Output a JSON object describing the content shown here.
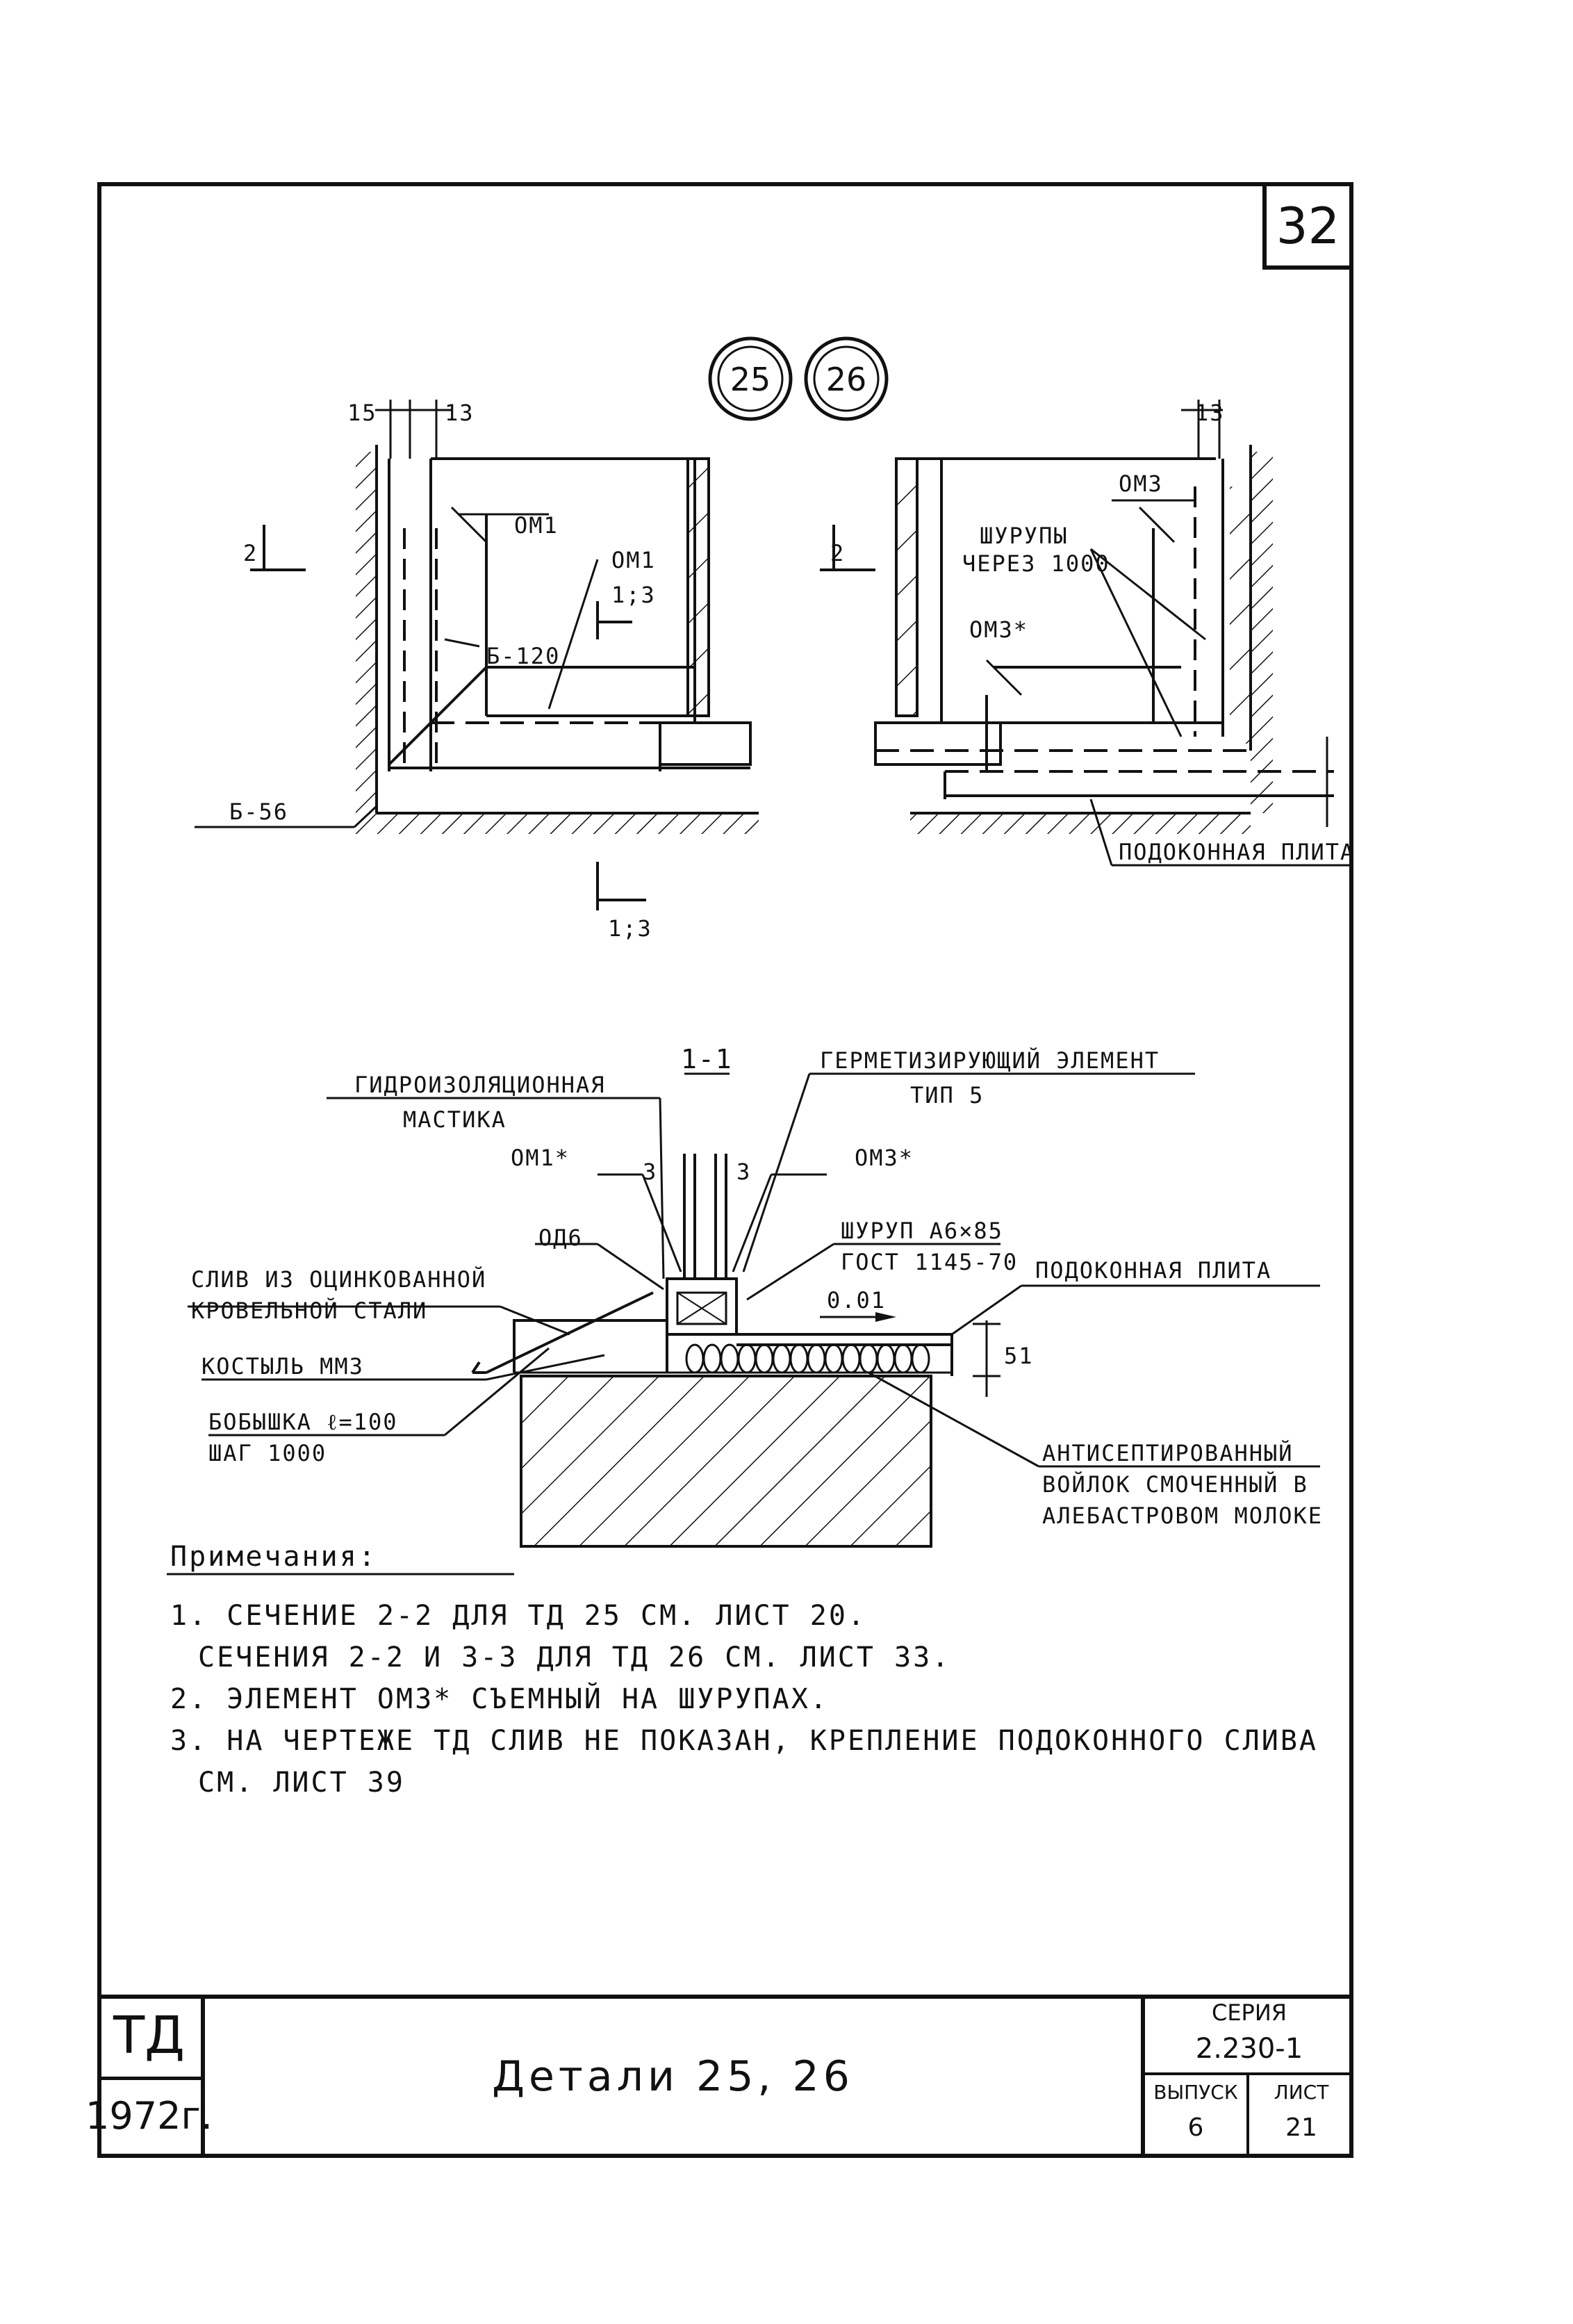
{
  "sheet_number": "32",
  "detail_circles": [
    "25",
    "26"
  ],
  "plan_left": {
    "dims": [
      "15",
      "13"
    ],
    "labels": [
      "ОМ1",
      "ОМ1",
      "Б-120",
      "Б-56"
    ],
    "section_marks": [
      "2",
      "1;3"
    ]
  },
  "plan_right": {
    "dims": [
      "13"
    ],
    "labels": [
      "ОМ3",
      "ШУРУПЫ",
      "ЧЕРЕЗ 1000",
      "ОМ3*",
      "ПОДОКОННАЯ ПЛИТА"
    ],
    "section_marks": [
      "2"
    ]
  },
  "section_mark_bottom": "1;3",
  "section": {
    "title": "1-1",
    "labels": {
      "sealing_element_1": "ГЕРМЕТИЗИРУЮЩИЙ ЭЛЕМЕНТ",
      "sealing_element_2": "ТИП 5",
      "mastic_1": "ГИДРОИЗОЛЯЦИОННАЯ",
      "mastic_2": "МАСТИКА",
      "om1": "ОМ1*",
      "om3": "ОМ3*",
      "dim_3a": "3",
      "dim_3b": "3",
      "od6": "ОД6",
      "screw_1": "ШУРУП А6×85",
      "screw_2": "ГОСТ 1145-70",
      "flashing_1": "СЛИВ ИЗ ОЦИНКОВАННОЙ",
      "flashing_2": "КРОВЕЛЬНОЙ СТАЛИ",
      "sill_plate": "ПОДОКОННАЯ ПЛИТА",
      "slope": "0.01",
      "crutch": "КОСТЫЛЬ ММ3",
      "dim_51": "51",
      "bobyshka_1": "БОБЫШКА ℓ=100",
      "bobyshka_2": "ШАГ 1000",
      "felt_1": "АНТИСЕПТИРОВАННЫЙ",
      "felt_2": "ВОЙЛОК СМОЧЕННЫЙ В",
      "felt_3": "АЛЕБАСТРОВОМ МОЛОКЕ"
    }
  },
  "notes": {
    "heading": "Примечания:",
    "items": [
      "1. СЕЧЕНИЕ 2-2 ДЛЯ ТД 25 СМ. ЛИСТ 20.",
      "СЕЧЕНИЯ 2-2 И 3-3 ДЛЯ ТД 26 СМ. ЛИСТ 33.",
      "2. ЭЛЕМЕНТ ОМ3* СЪЕМНЫЙ НА ШУРУПАХ.",
      "3. НА ЧЕРТЕЖЕ ТД  СЛИВ НЕ ПОКАЗАН, КРЕПЛЕНИЕ ПОДОКОННОГО СЛИВА",
      "СМ. ЛИСТ 39"
    ]
  },
  "title_block": {
    "code": "ТД",
    "year": "1972г.",
    "title": "Детали 25, 26",
    "series_label": "СЕРИЯ",
    "series_value": "2.230-1",
    "issue_label": "ВЫПУСК",
    "issue_value": "6",
    "sheet_label": "ЛИСТ",
    "sheet_value": "21"
  }
}
